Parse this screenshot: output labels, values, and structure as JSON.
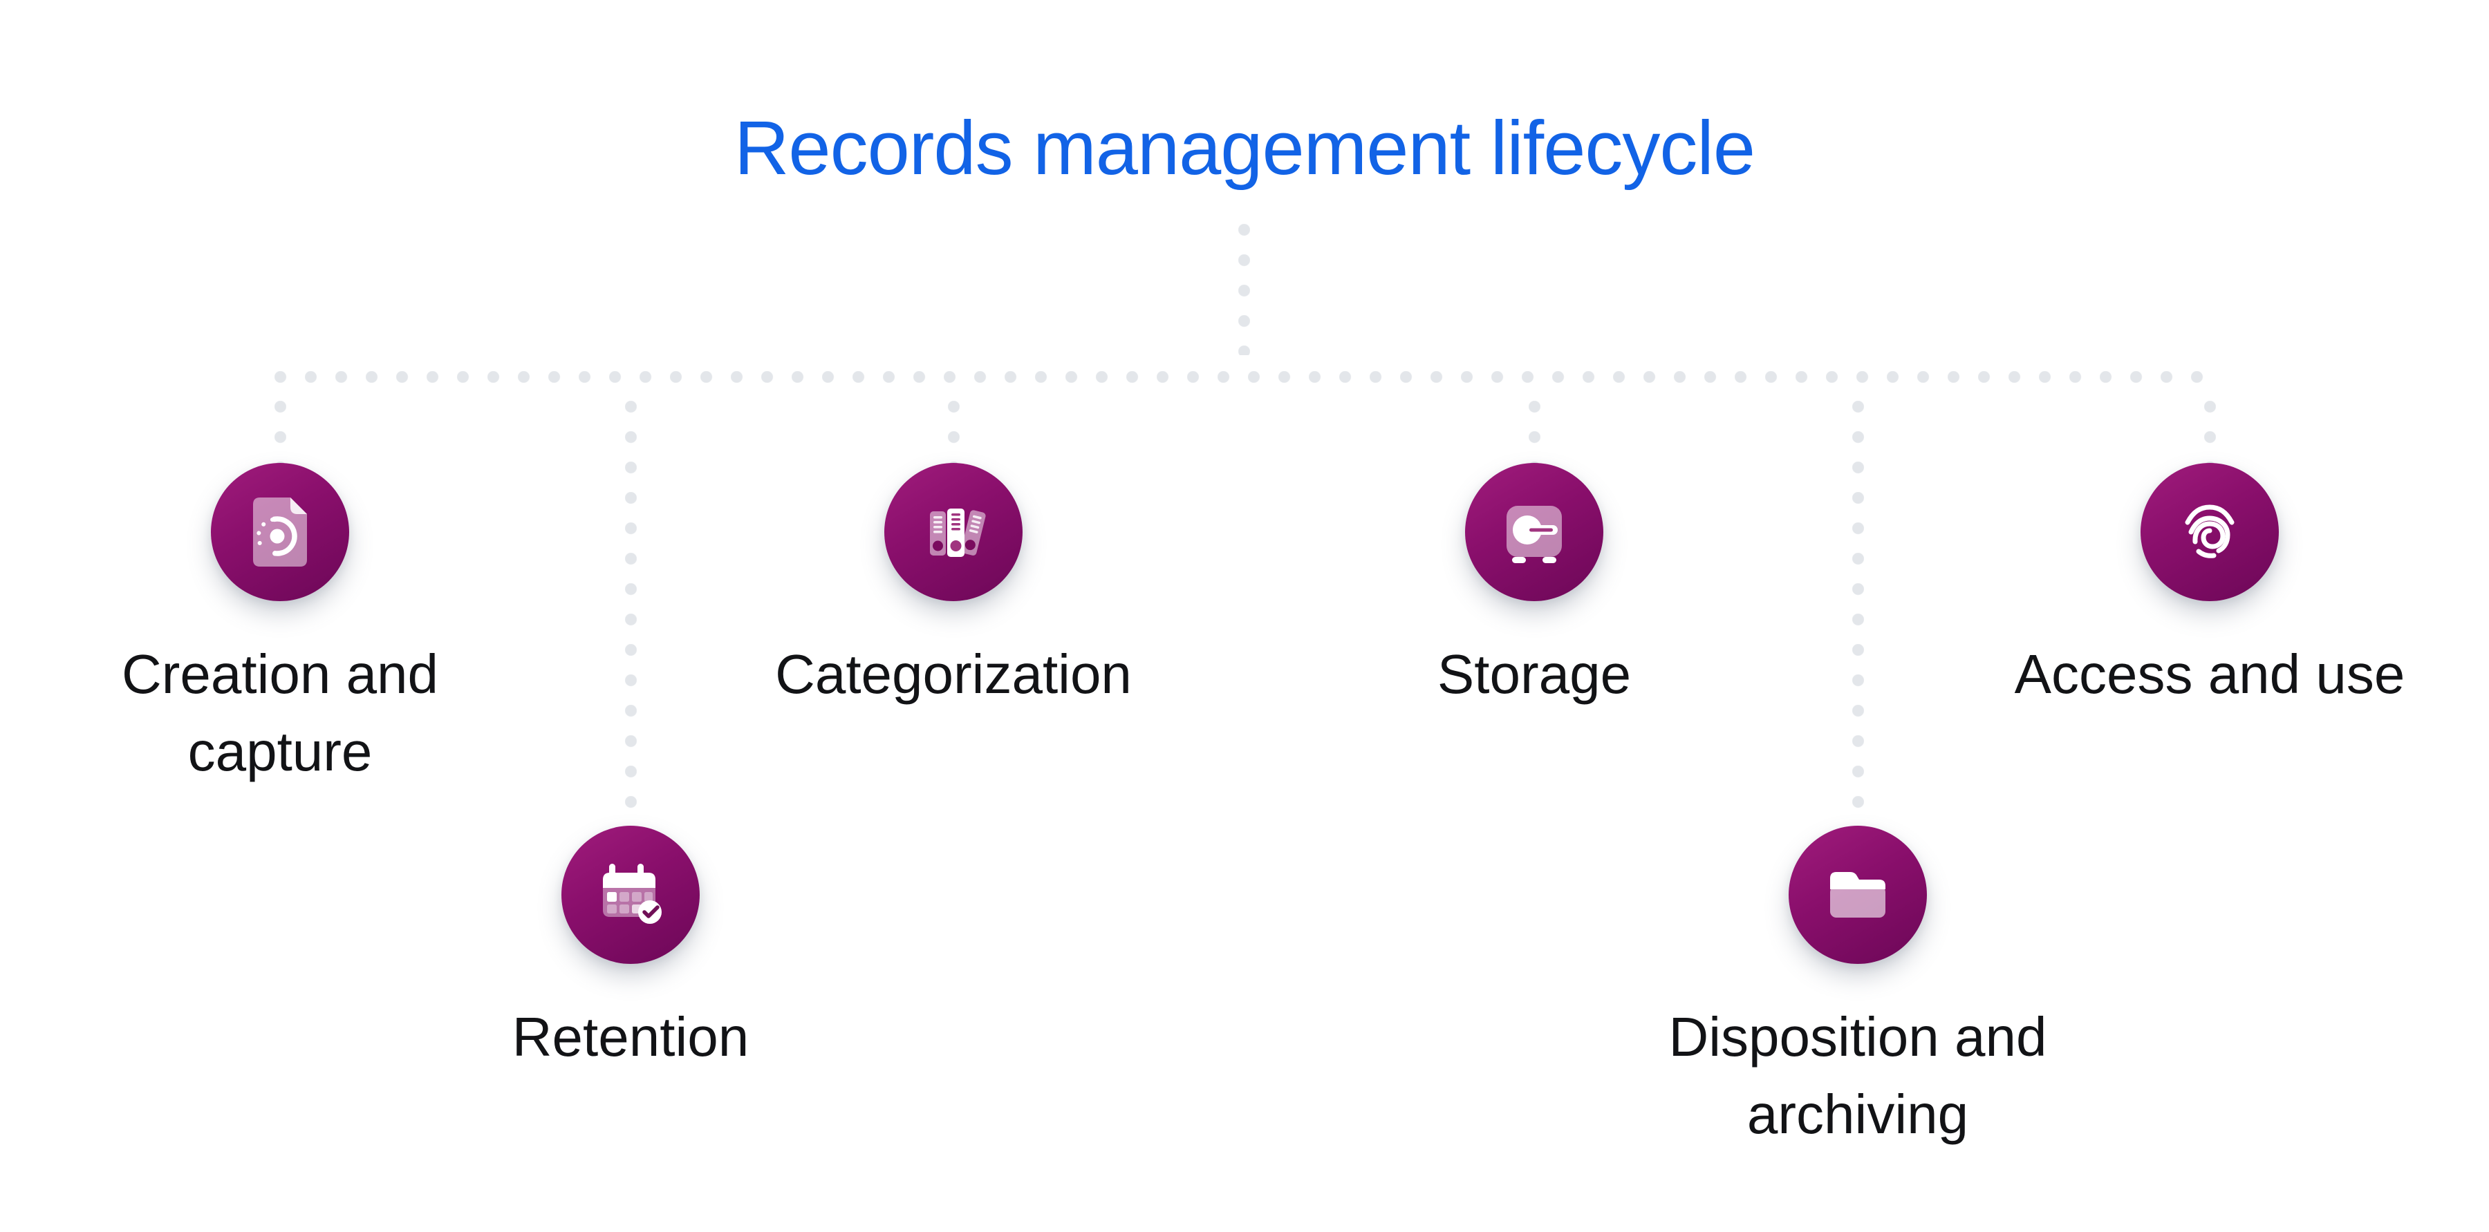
{
  "title": {
    "text": "Records management lifecycle"
  },
  "nodes": [
    {
      "label": "Creation and\ncapture",
      "icon": "document-scan-icon"
    },
    {
      "label": "Retention",
      "icon": "calendar-check-icon"
    },
    {
      "label": "Categorization",
      "icon": "binders-icon"
    },
    {
      "label": "Storage",
      "icon": "safe-icon"
    },
    {
      "label": "Disposition and\narchiving",
      "icon": "folder-icon"
    },
    {
      "label": "Access and use",
      "icon": "fingerprint-icon"
    }
  ],
  "colors": {
    "title_blue": "#1263E6",
    "label_text": "#121316",
    "connector_dot": "#E3E6EA",
    "node_gradient_top": "#A01C7C",
    "node_gradient_bottom": "#6C0757",
    "background": "#FFFFFF"
  }
}
